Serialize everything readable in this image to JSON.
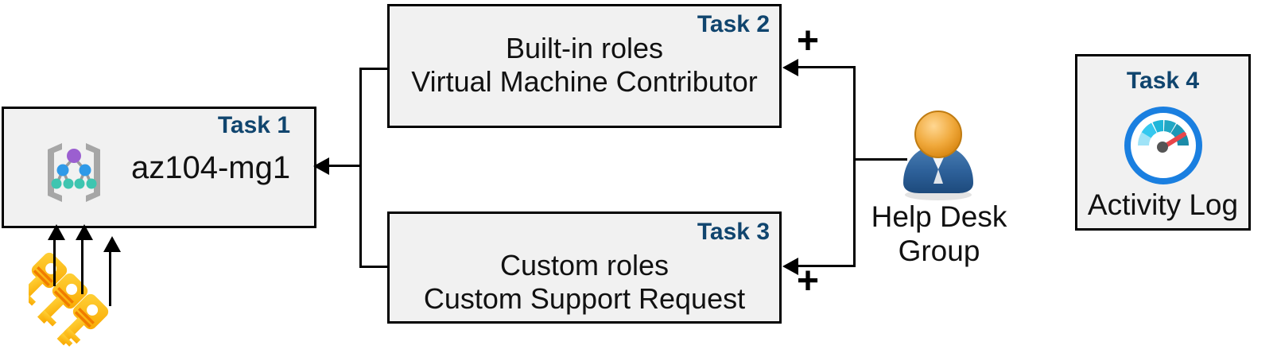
{
  "diagram": {
    "title": "Azure RBAC task diagram",
    "accent_color": "#10456e",
    "box_fill": "#f1f1f1",
    "box_border": "#000000"
  },
  "tasks": [
    {
      "id": "task1",
      "label": "Task 1",
      "text": "az104-mg1",
      "icon": "management-group-icon"
    },
    {
      "id": "task2",
      "label": "Task 2",
      "line1": "Built-in roles",
      "line2": "Virtual Machine Contributor"
    },
    {
      "id": "task3",
      "label": "Task 3",
      "line1": "Custom roles",
      "line2": "Custom Support Request"
    },
    {
      "id": "task4",
      "label": "Task 4",
      "caption": "Activity Log",
      "icon": "activity-log-gauge-icon"
    }
  ],
  "actor": {
    "icon": "user-group-icon",
    "caption_line1": "Help Desk",
    "caption_line2": "Group"
  },
  "symbols": {
    "plus_top": "+",
    "plus_bottom": "+"
  },
  "keys": {
    "icon": "keys-icon"
  }
}
